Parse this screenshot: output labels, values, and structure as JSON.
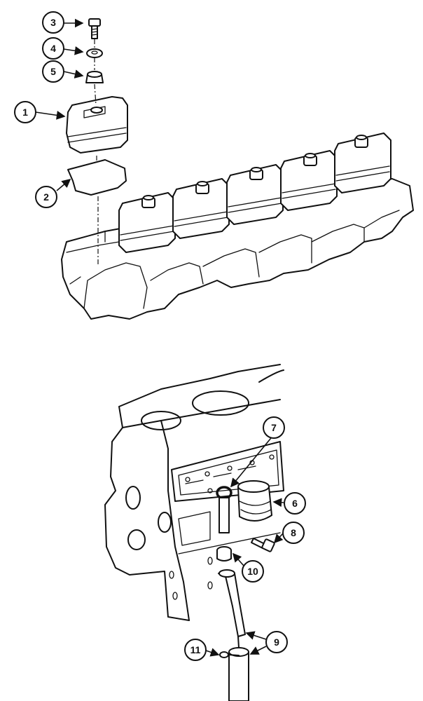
{
  "callouts": [
    {
      "id": "callout-1",
      "label": "1"
    },
    {
      "id": "callout-2",
      "label": "2"
    },
    {
      "id": "callout-3",
      "label": "3"
    },
    {
      "id": "callout-4",
      "label": "4"
    },
    {
      "id": "callout-5",
      "label": "5"
    },
    {
      "id": "callout-6",
      "label": "6"
    },
    {
      "id": "callout-7",
      "label": "7"
    },
    {
      "id": "callout-8",
      "label": "8"
    },
    {
      "id": "callout-9",
      "label": "9"
    },
    {
      "id": "callout-10",
      "label": "10"
    },
    {
      "id": "callout-11",
      "label": "11"
    }
  ]
}
